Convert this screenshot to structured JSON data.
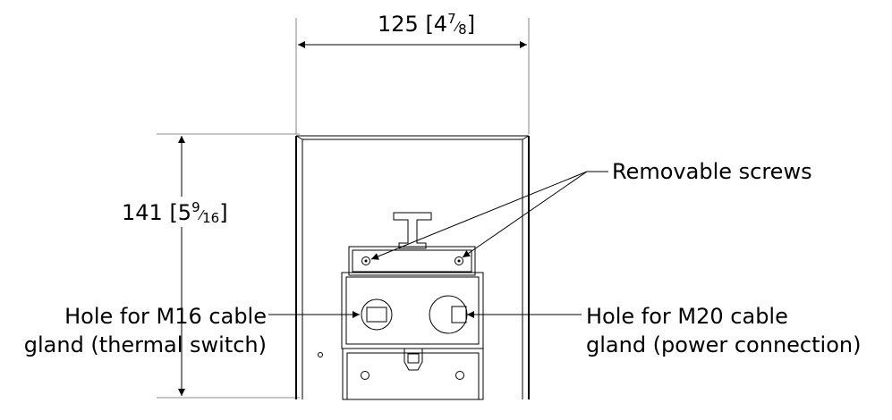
{
  "dimensions": {
    "width": {
      "value": "125 [4",
      "fraction_num": "7",
      "fraction_den": "8",
      "close": "]"
    },
    "height": {
      "value": "141 [5",
      "fraction_num": "9",
      "fraction_den": "16",
      "close": "]"
    }
  },
  "callouts": {
    "screws": "Removable screws",
    "m16_line1": "Hole for M16 cable",
    "m16_line2": "gland (thermal switch)",
    "m20_line1": "Hole for M20 cable",
    "m20_line2": "gland (power connection)"
  }
}
